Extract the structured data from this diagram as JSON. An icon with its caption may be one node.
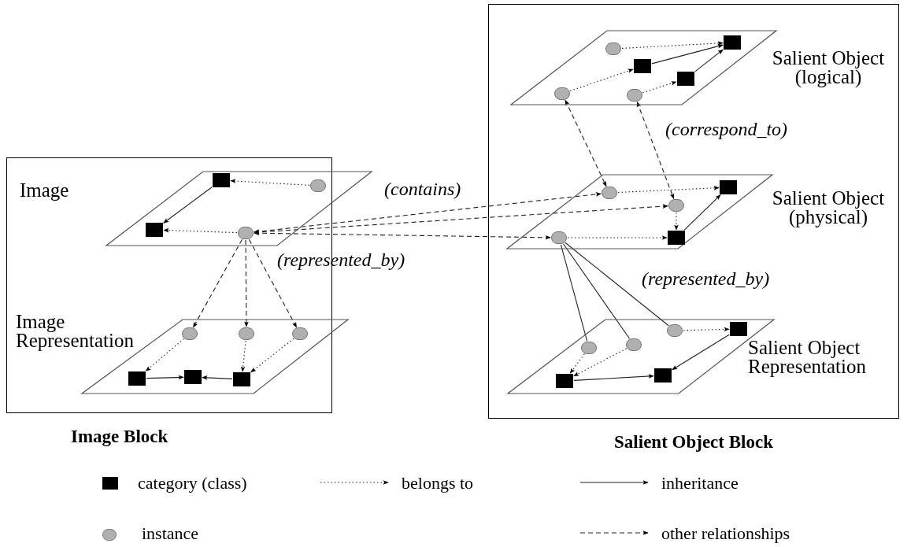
{
  "diagram": {
    "nodes": [
      {
        "text": [
          "Image Block"
        ]
      },
      {
        "text": [
          "Image"
        ],
        "in": 0
      },
      {
        "text": [],
        "shape": "box",
        "in": 1
      },
      {
        "text": [],
        "shape": "circle",
        "in": 1
      },
      {
        "text": [],
        "shape": "box",
        "in": 1
      },
      {
        "text": [],
        "shape": "circle",
        "in": 1
      },
      {
        "text": [
          "Image Representation"
        ],
        "in": 0
      },
      {
        "text": [],
        "shape": "circle",
        "in": 6
      },
      {
        "text": [],
        "shape": "circle",
        "in": 6
      },
      {
        "text": [],
        "shape": "circle",
        "in": 6
      },
      {
        "text": [],
        "shape": "box",
        "in": 6
      },
      {
        "text": [],
        "shape": "box",
        "in": 6
      },
      {
        "text": [],
        "shape": "box",
        "in": 6
      },
      {
        "text": [
          "Salient Object Block"
        ]
      },
      {
        "text": [
          "Salient Object (logical)"
        ],
        "in": 13
      },
      {
        "text": [],
        "shape": "circle",
        "in": 14
      },
      {
        "text": [],
        "shape": "box",
        "in": 14
      },
      {
        "text": [],
        "shape": "box",
        "in": 14
      },
      {
        "text": [],
        "shape": "box",
        "in": 14
      },
      {
        "text": [],
        "shape": "circle",
        "in": 14
      },
      {
        "text": [],
        "shape": "circle",
        "in": 14
      },
      {
        "text": [
          "Salient Object (physical)"
        ],
        "in": 13
      },
      {
        "text": [],
        "shape": "circle",
        "in": 21
      },
      {
        "text": [],
        "shape": "box",
        "in": 21
      },
      {
        "text": [],
        "shape": "circle",
        "in": 21
      },
      {
        "text": [],
        "shape": "circle",
        "in": 21
      },
      {
        "text": [],
        "shape": "box",
        "in": 21
      },
      {
        "text": [
          "Salient Object Representation"
        ],
        "in": 13
      },
      {
        "text": [],
        "shape": "circle",
        "in": 27
      },
      {
        "text": [],
        "shape": "box",
        "in": 27
      },
      {
        "text": [],
        "shape": "circle",
        "in": 27
      },
      {
        "text": [],
        "shape": "circle",
        "in": 27
      },
      {
        "text": [],
        "shape": "box",
        "in": 27
      },
      {
        "text": [],
        "shape": "box",
        "in": 27
      }
    ],
    "edges": [
      {
        "from": 3,
        "to": 2,
        "arrow": "to",
        "style": "dashed"
      },
      {
        "from": 2,
        "to": 4,
        "arrow": "to"
      },
      {
        "from": 5,
        "to": 4,
        "arrow": "to",
        "style": "dashed"
      },
      {
        "from": 5,
        "to": 7,
        "arrow": "to",
        "style": "dashed"
      },
      {
        "from": 5,
        "to": 8,
        "arrow": "to",
        "style": "dashed"
      },
      {
        "from": 5,
        "to": 9,
        "arrow": "to",
        "style": "dashed"
      },
      {
        "from": 7,
        "to": 10,
        "arrow": "to",
        "style": "dashed"
      },
      {
        "from": 8,
        "to": 12,
        "arrow": "to",
        "style": "dashed"
      },
      {
        "from": 9,
        "to": 12,
        "arrow": "to",
        "style": "dashed"
      },
      {
        "from": 10,
        "to": 11,
        "arrow": "to"
      },
      {
        "from": 12,
        "to": 11,
        "arrow": "to"
      },
      {
        "from": 15,
        "to": 16,
        "arrow": "to",
        "style": "dashed"
      },
      {
        "from": 17,
        "to": 16,
        "arrow": "to"
      },
      {
        "from": 18,
        "to": 16,
        "arrow": "to"
      },
      {
        "from": 19,
        "to": 17,
        "arrow": "to",
        "style": "dashed"
      },
      {
        "from": 20,
        "to": 18,
        "arrow": "to",
        "style": "dashed"
      },
      {
        "from": 19,
        "to": 22,
        "arrow": "both",
        "style": "dashed"
      },
      {
        "from": 20,
        "to": 24,
        "arrow": "both",
        "style": "dashed"
      },
      {
        "from": 22,
        "to": 23,
        "arrow": "to",
        "style": "dashed"
      },
      {
        "from": 24,
        "to": 26,
        "arrow": "to",
        "style": "dashed"
      },
      {
        "from": 26,
        "to": 23,
        "arrow": "to"
      },
      {
        "from": 25,
        "to": 26,
        "arrow": "to",
        "style": "dashed"
      },
      {
        "from": 5,
        "to": 22,
        "arrow": "both",
        "style": "dashed"
      },
      {
        "from": 5,
        "to": 24,
        "arrow": "both",
        "style": "dashed"
      },
      {
        "from": 5,
        "to": 25,
        "arrow": "both",
        "style": "dashed"
      },
      {
        "from": 25,
        "to": 30,
        "arrow": "none"
      },
      {
        "from": 25,
        "to": 31,
        "arrow": "none"
      },
      {
        "from": 25,
        "to": 28,
        "arrow": "none"
      },
      {
        "from": 28,
        "to": 29,
        "arrow": "to",
        "style": "dashed"
      },
      {
        "from": 30,
        "to": 32,
        "arrow": "to",
        "style": "dashed"
      },
      {
        "from": 31,
        "to": 32,
        "arrow": "to",
        "style": "dashed"
      },
      {
        "from": 29,
        "to": 33,
        "arrow": "to"
      },
      {
        "from": 32,
        "to": 33,
        "arrow": "to"
      }
    ],
    "labels": [
      "(contains)",
      "(represented_by)",
      "(correspond_to)",
      "(represented_by)"
    ],
    "legend": [
      {
        "text": "category (class)"
      },
      {
        "text": "instance"
      },
      {
        "text": "belongs to"
      },
      {
        "text": "inheritance"
      },
      {
        "text": "other relationships"
      }
    ]
  }
}
